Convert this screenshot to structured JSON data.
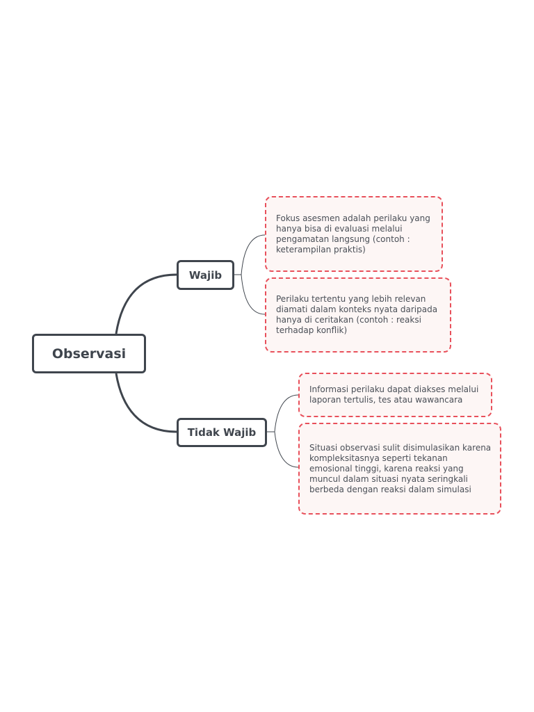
{
  "root": {
    "label": "Observasi"
  },
  "branches": [
    {
      "label": "Wajib",
      "notes": [
        "Fokus asesmen adalah perilaku yang hanya bisa di evaluasi melalui pengamatan langsung (contoh : keterampilan praktis)",
        "Perilaku tertentu yang lebih relevan diamati dalam konteks nyata daripada hanya di ceritakan (contoh : reaksi terhadap konflik)"
      ]
    },
    {
      "label": "Tidak Wajib",
      "notes": [
        "Informasi perilaku dapat diakses melalui laporan tertulis, tes atau wawancara",
        "Situasi observasi sulit disimulasikan karena kompleksitasnya seperti tekanan emosional tinggi, karena reaksi yang muncul dalam situasi nyata seringkali berbeda dengan reaksi dalam simulasi"
      ]
    }
  ],
  "colors": {
    "node_border": "#3f454d",
    "note_border": "#e8505b",
    "note_fill": "#fdf6f5",
    "connector": "#3f454d"
  }
}
